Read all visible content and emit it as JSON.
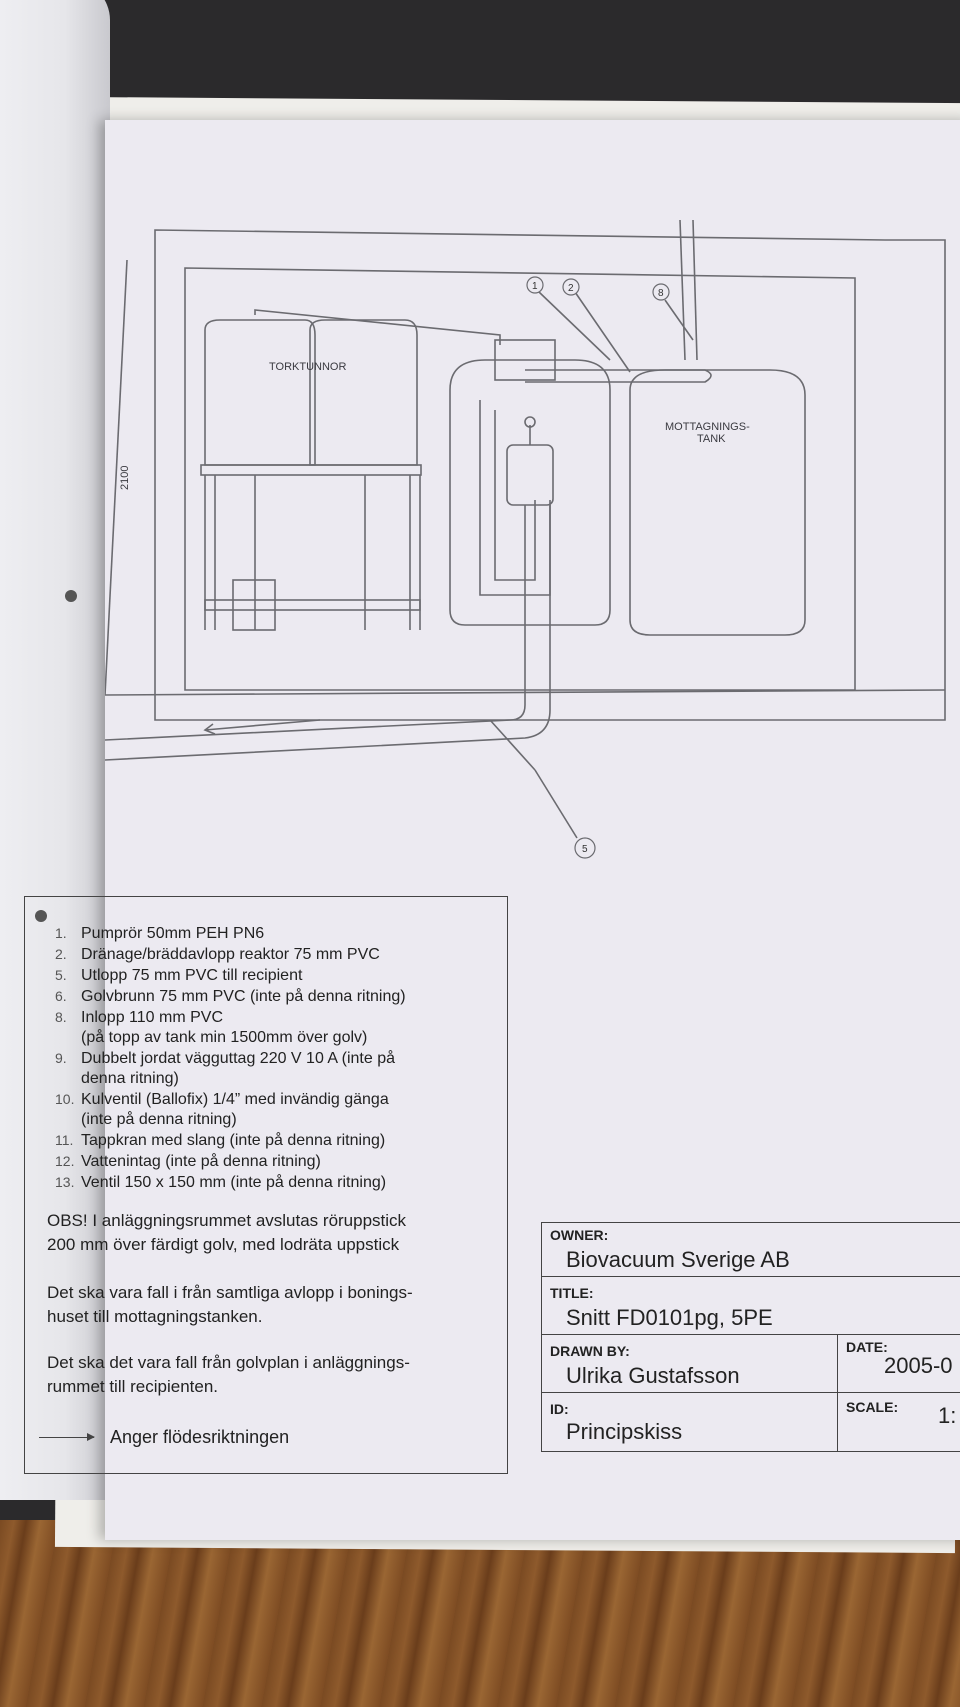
{
  "drawing": {
    "labels": {
      "dimension": "2100",
      "torktunnor": "TORKTUNNOR",
      "mottagningstank_line1": "MOTTAGNINGS-",
      "mottagningstank_line2": "TANK"
    },
    "callouts": [
      "1",
      "2",
      "8",
      "5"
    ]
  },
  "legend": {
    "items": [
      {
        "num": "1.",
        "text": "Pumprör 50mm PEH PN6"
      },
      {
        "num": "2.",
        "text": "Dränage/bräddavlopp reaktor 75 mm PVC"
      },
      {
        "num": "5.",
        "text": "Utlopp 75 mm PVC till recipient"
      },
      {
        "num": "6.",
        "text": "Golvbrunn 75 mm PVC (inte på denna ritning)"
      },
      {
        "num": "8.",
        "text": "Inlopp 110 mm PVC",
        "cont": "(på topp av tank min 1500mm över golv)"
      },
      {
        "num": "9.",
        "text": "Dubbelt jordat vägguttag 220 V 10 A (inte på",
        "cont": "denna ritning)"
      },
      {
        "num": "10.",
        "text": "Kulventil (Ballofix) 1/4” med invändig gänga",
        "cont": "(inte på denna ritning)"
      },
      {
        "num": "11.",
        "text": "Tappkran med slang (inte på denna ritning)"
      },
      {
        "num": "12.",
        "text": "Vattenintag (inte på denna ritning)"
      },
      {
        "num": "13.",
        "text": "Ventil 150 x 150 mm (inte på denna ritning)"
      }
    ],
    "obs_line1": "OBS! I anläggningsrummet avslutas röruppstick",
    "obs_line2": "200 mm över färdigt golv, med lodräta uppstick",
    "fall1_line1": "Det ska vara fall i från samtliga avlopp i bonings-",
    "fall1_line2": "huset till mottagningstanken.",
    "fall2_line1": "Det ska det vara fall från golvplan i anläggnings-",
    "fall2_line2": "rummet till recipienten.",
    "arrow_text": "Anger flödesriktningen"
  },
  "titleblock": {
    "owner_label": "OWNER:",
    "owner_value": "Biovacuum Sverige AB",
    "title_label": "TITLE:",
    "title_value": "Snitt FD0101pg, 5PE",
    "drawn_label": "DRAWN BY:",
    "drawn_value": "Ulrika Gustafsson",
    "date_label": "DATE:",
    "date_value": "2005-0",
    "id_label": "ID:",
    "id_value": "Principskiss",
    "scale_label": "SCALE:",
    "scale_value": "1:"
  },
  "colors": {
    "paper": "#eceaf1",
    "line": "#6b6b70",
    "text": "#222222",
    "background": "#2b2a2c",
    "table": "#7a4a22"
  }
}
